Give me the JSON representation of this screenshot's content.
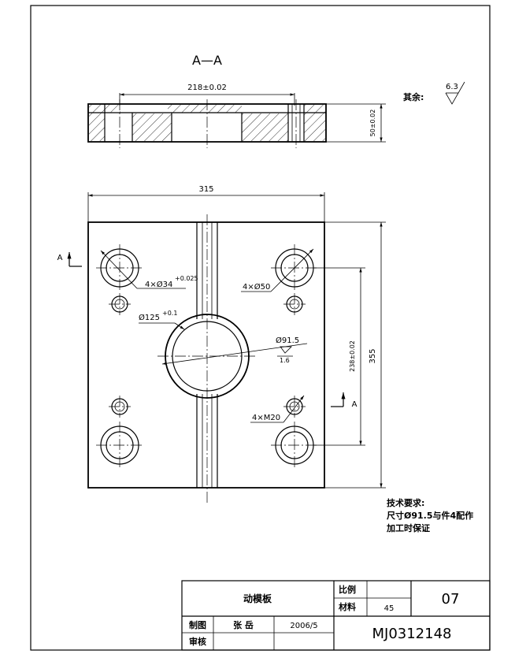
{
  "section_view": {
    "title": "A—A",
    "width_dim": "218±0.02",
    "height_dim": "50±0.02"
  },
  "surface_finish": {
    "label": "其余:",
    "value": "6.3"
  },
  "plan_view": {
    "width_dim": "315",
    "height_dim": "355",
    "hole_spacing_dim": "238±0.02",
    "section_mark_left": "A",
    "section_mark_right": "A",
    "callouts": {
      "guide_bushing": "4×Ø34",
      "guide_bushing_tol": "+0.025",
      "pillar_holes": "4×Ø50",
      "center_bore": "Ø125",
      "center_bore_tol": "+0.1",
      "inner_bore": "Ø91.5",
      "roughness": "1.6",
      "threaded_holes": "4×M20"
    }
  },
  "tech_requirements": {
    "heading": "技术要求:",
    "line1": "尺寸Ø91.5与件4配作",
    "line2": "加工时保证"
  },
  "title_block": {
    "part_name": "动模板",
    "scale_label": "比例",
    "scale_value": "",
    "material_label": "材料",
    "material_value": "45",
    "sheet_number": "07",
    "drawn_label": "制图",
    "drawn_by": "张 岳",
    "date": "2006/5",
    "checked_label": "审核",
    "drawing_number": "MJ0312148"
  }
}
